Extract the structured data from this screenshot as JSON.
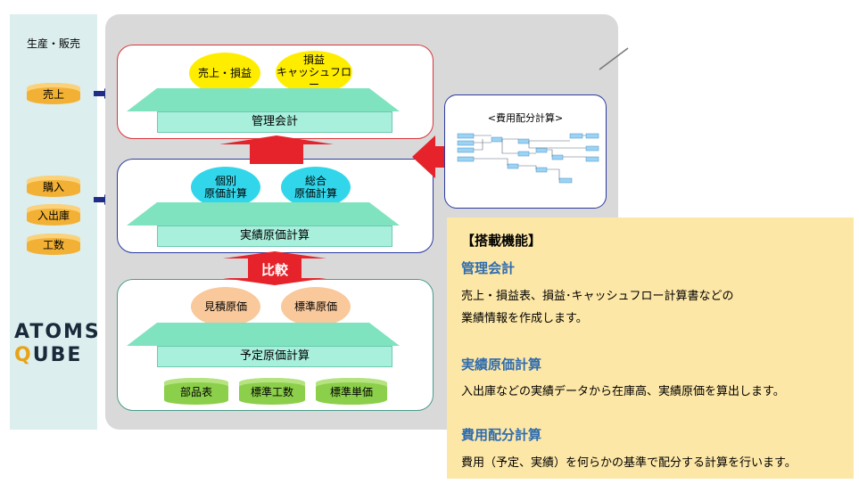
{
  "left": {
    "label": "生産・販売",
    "sales": "売上",
    "purchase": "購入",
    "inout": "入出庫",
    "workhours": "工数"
  },
  "logo": {
    "line1": "ATOMS",
    "line2_q": "Q",
    "line2_rest": "UBE"
  },
  "top_layer": {
    "e1": "売上・損益",
    "e2_line1": "損益",
    "e2_line2": "キャッシュフロー",
    "platform": "管理会計",
    "border_color": "#d9353b"
  },
  "mid_layer": {
    "e1_line1": "個別",
    "e1_line2": "原価計算",
    "e2_line1": "総合",
    "e2_line2": "原価計算",
    "platform": "実績原価計算",
    "border_color": "#2b3aa0"
  },
  "bottom_layer": {
    "e1": "見積原価",
    "e2": "標準原価",
    "platform": "予定原価計算",
    "cyl1": "部品表",
    "cyl2": "標準工数",
    "cyl3": "標準単価",
    "border_color": "#4a9c8a"
  },
  "compare": "比較",
  "allocation_box": {
    "title": "<費用配分計算>"
  },
  "info": {
    "title": "【搭載機能】",
    "h1": "管理会計",
    "t1_line1": "売上・損益表、損益･キャッシュフロー計算書などの",
    "t1_line2": "業績情報を作成します。",
    "h2": "実績原価計算",
    "t2": "入出庫などの実績データから在庫高、実績原価を算出します。",
    "h3": "費用配分計算",
    "t3": "費用（予定、実績）を何らかの基準で配分する計算を行います。"
  },
  "colors": {
    "yellow": "#ffed00",
    "cyan": "#32d6ea",
    "peach": "#f9c89b",
    "red_arrow": "#e6222a",
    "info_bg": "#fde7a6",
    "heading_blue": "#2f6cae"
  }
}
